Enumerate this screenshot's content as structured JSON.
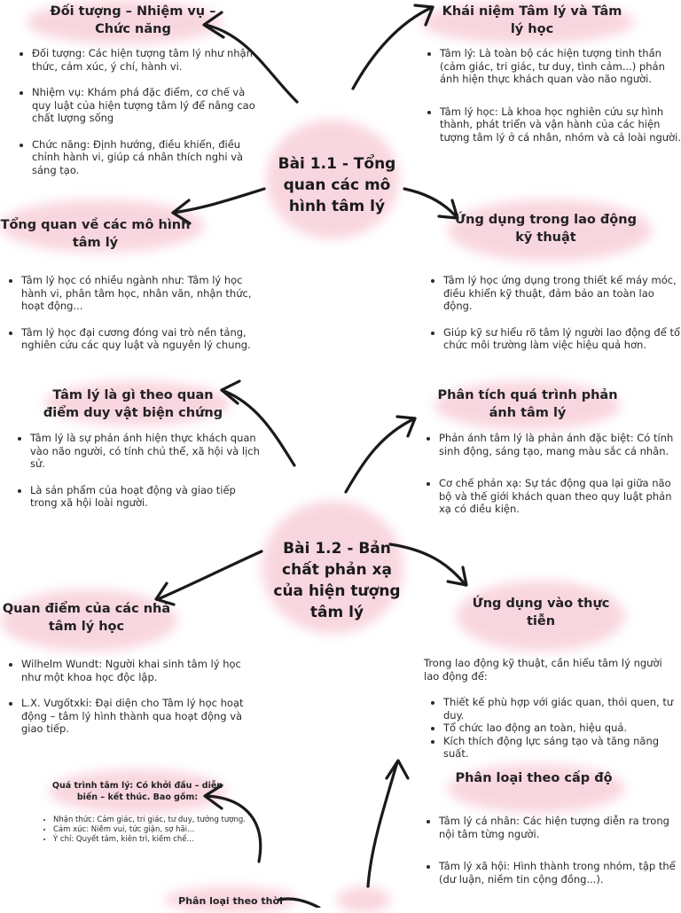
{
  "centers": {
    "c1": "Bài 1.1 - Tổng quan các mô hình tâm lý",
    "c2": "Bài 1.2 - Bản chất phản xạ của hiện tượng tâm lý"
  },
  "sections": {
    "doi_tuong": {
      "title": "Đối tượng – Nhiệm vụ – Chức năng",
      "items": [
        "Đối tượng: Các hiện tượng tâm lý như nhận thức, cảm xúc, ý chí, hành vi.",
        "Nhiệm vụ: Khám phá đặc điểm, cơ chế và quy luật của hiện tượng tâm lý để nâng cao chất lượng sống",
        "Chức năng: Định hướng, điều khiển, điều chỉnh hành vi, giúp cá nhân thích nghi và sáng tạo."
      ]
    },
    "khai_niem": {
      "title": "Khái niệm Tâm lý và Tâm lý học",
      "items": [
        "Tâm lý: Là toàn bộ các hiện tượng tinh thần (cảm giác, tri giác, tư duy, tình cảm...) phản ánh hiện thực khách quan vào não người.",
        "Tâm lý học: Là khoa học nghiên cứu sự hình thành, phát triển và vận hành của các hiện tượng tâm lý ở cá nhân, nhóm và cả loài người."
      ]
    },
    "tong_quan": {
      "title": "Tổng quan về các mô hình tâm lý",
      "items": [
        "Tâm lý học có nhiều ngành như: Tâm lý học hành vi, phân tâm học, nhân văn, nhận thức, hoạt động...",
        "Tâm lý học đại cương đóng vai trò nền tảng, nghiên cứu các quy luật và nguyên lý chung."
      ]
    },
    "ung_dung_ld": {
      "title": "Ứng dụng trong lao động kỹ thuật",
      "items": [
        "Tâm lý học ứng dụng trong thiết kế máy móc, điều khiển kỹ thuật, đảm bảo an toàn lao động.",
        "Giúp kỹ sư hiểu rõ tâm lý người lao động để tổ chức môi trường làm việc hiệu quả hơn."
      ]
    },
    "duy_vat": {
      "title": "Tâm lý là gì theo quan điểm duy vật biện chứng",
      "items": [
        "Tâm lý là sự phản ánh hiện thực khách quan vào não người, có tính chủ thể, xã hội và lịch sử.",
        "Là sản phẩm của hoạt động và giao tiếp trong xã hội loài người."
      ]
    },
    "phan_tich": {
      "title": "Phân tích quá trình phản ánh tâm lý",
      "items": [
        "Phản ánh tâm lý là phản ánh đặc biệt: Có tính sinh động, sáng tạo, mang màu sắc cá nhân.",
        "Cơ chế phản xạ: Sự tác động qua lại giữa não bộ và thế giới khách quan theo quy luật phản xạ có điều kiện."
      ]
    },
    "quan_diem": {
      "title": "Quan điểm của các nhà tâm lý học",
      "items": [
        "Wilhelm Wundt: Người khai sinh tâm lý học như một khoa học độc lập.",
        "L.X. Vưgốtxki: Đại diện cho Tâm lý học hoạt động – tâm lý hình thành qua hoạt động và giao tiếp."
      ]
    },
    "thuc_tien": {
      "title": "Ứng dụng vào thực tiễn",
      "intro": "Trong lao động kỹ thuật, cần hiểu tâm lý người lao động để:",
      "items": [
        "Thiết kế phù hợp với giác quan, thói quen, tư duy.",
        "Tổ chức lao động an toàn, hiệu quả.",
        "Kích thích động lực sáng tạo và tăng năng suất."
      ]
    },
    "qua_trinh": {
      "title": "Quá trình tâm lý: Có khởi đầu – diễn biến – kết thúc. Bao gồm:",
      "items": [
        "Nhận thức: Cảm giác, tri giác, tư duy, tưởng tượng.",
        "Cảm xúc: Niềm vui, tức giận, sợ hãi...",
        "Ý chí: Quyết tâm, kiên trì, kiềm chế..."
      ]
    },
    "cap_do": {
      "title": "Phân loại theo cấp độ",
      "items": [
        "Tâm lý cá nhân: Các hiện tượng diễn ra trong nội tâm từng người.",
        "Tâm lý xã hội: Hình thành trong nhóm, tập thể (dư luận, niềm tin cộng đồng...)."
      ]
    },
    "thoi_gian": {
      "title": "Phân loại theo thời"
    }
  },
  "colors": {
    "blob": "#f4b6c6",
    "arrow": "#1a1a1a"
  }
}
